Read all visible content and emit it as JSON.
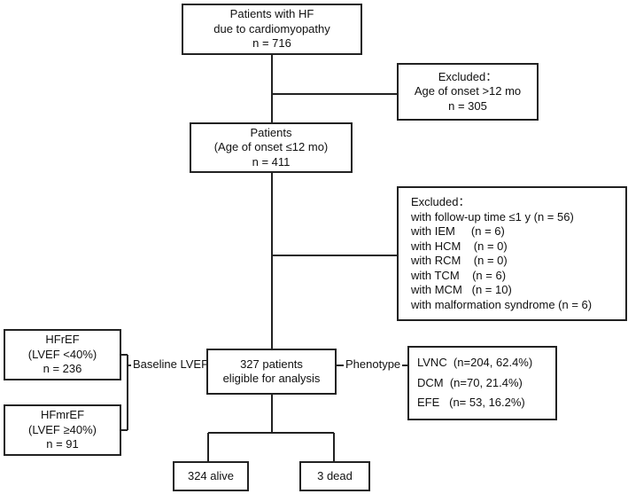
{
  "boxes": {
    "patients_hf": [
      "Patients with HF",
      "due to cardiomyopathy",
      "n = 716"
    ],
    "excluded_age": [
      "Excluded：",
      "Age of onset >12 mo",
      "n =  305"
    ],
    "patients_onset": [
      "Patients",
      "(Age of onset ≤12 mo)",
      "n = 411"
    ],
    "excluded_other": [
      "Excluded：",
      "with follow-up time ≤1 y (n = 56)",
      "with IEM     (n = 6)",
      "with HCM    (n = 0)",
      "with RCM    (n = 0)",
      "with TCM    (n = 6)",
      "with MCM   (n = 10)",
      "with malformation syndrome (n = 6)"
    ],
    "hfref": [
      "HFrEF",
      "(LVEF <40%)",
      "n = 236"
    ],
    "hfmref": [
      "HFmrEF",
      "(LVEF ≥40%)",
      "n = 91"
    ],
    "eligible": [
      "327 patients",
      "eligible for analysis"
    ],
    "phenotype": [
      "LVNC  (n=204, 62.4%)",
      "DCM  (n=70, 21.4%)",
      "EFE   (n= 53, 16.2%)"
    ],
    "alive": [
      "324 alive"
    ],
    "dead": [
      "3 dead"
    ]
  },
  "labels": {
    "baseline_lvef": "Baseline LVEF",
    "phenotype": "Phenotype"
  }
}
